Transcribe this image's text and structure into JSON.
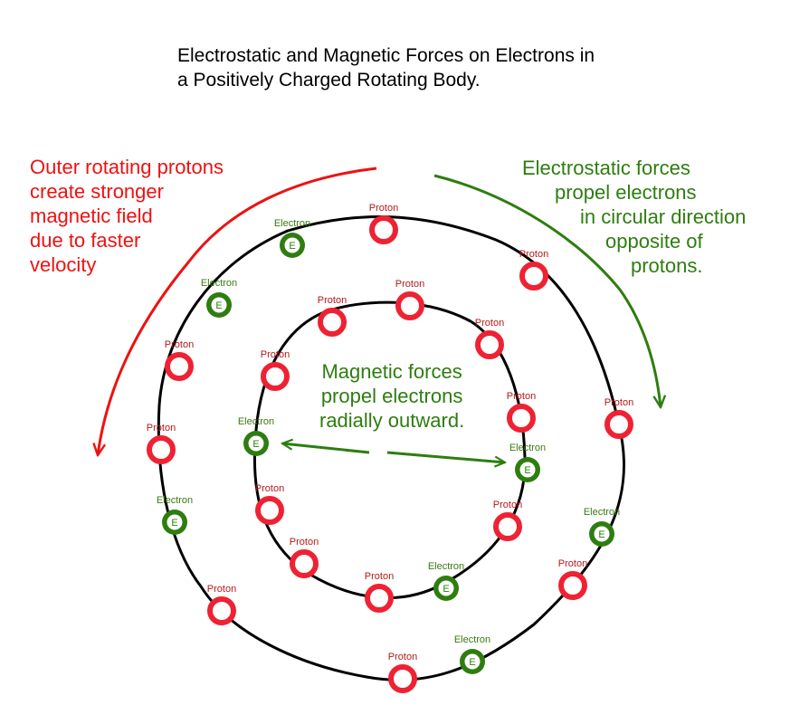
{
  "title": {
    "lines": [
      "Electrostatic and Magnetic Forces on Electrons in",
      "a Positively Charged Rotating Body."
    ]
  },
  "annotations": {
    "outer_magnetic": {
      "lines": [
        "Outer rotating protons",
        "create stronger",
        "magnetic field",
        "due to faster",
        "velocity"
      ],
      "color": "#ee1111"
    },
    "electrostatic": {
      "lines": [
        "Electrostatic forces",
        "propel electrons",
        "in circular direction",
        "opposite of",
        "protons."
      ],
      "color": "#2e7d10"
    },
    "magnetic_radial": {
      "lines": [
        "Magnetic forces",
        "propel electrons",
        "radially outward."
      ],
      "color": "#2e7d10"
    }
  },
  "particle_labels": {
    "proton": "Proton",
    "electron": "Electron",
    "electron_symbol": "E"
  },
  "rings": [
    {
      "name": "outer-ring",
      "particles": [
        "proton",
        "proton",
        "proton",
        "electron",
        "proton",
        "proton",
        "electron",
        "proton",
        "electron",
        "proton",
        "electron",
        "proton",
        "electron"
      ]
    },
    {
      "name": "inner-ring",
      "particles": [
        "proton",
        "proton",
        "proton",
        "proton",
        "electron",
        "proton",
        "electron",
        "proton",
        "proton",
        "proton",
        "electron",
        "proton",
        "proton"
      ]
    }
  ],
  "colors": {
    "proton": "#ee2233",
    "proton_label": "#b21a1a",
    "electron": "#2e7d10",
    "electron_label": "#3a7a10",
    "ring": "#000000"
  }
}
